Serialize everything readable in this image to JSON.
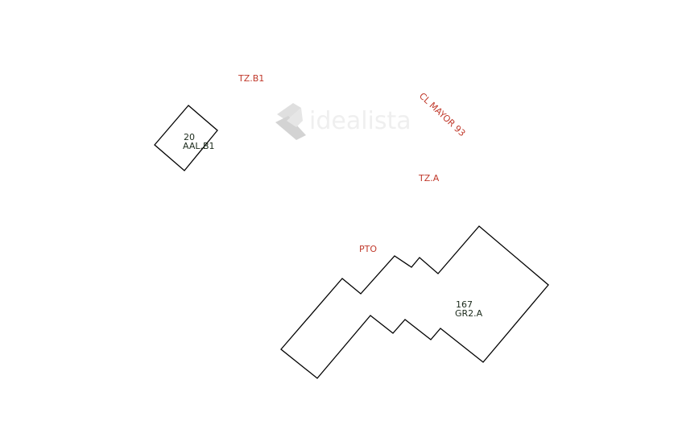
{
  "map": {
    "labels": {
      "tz_b1": "TZ.B1",
      "street": "CL MAYOR 93",
      "tz_a": "TZ.A",
      "pto": "PTO"
    },
    "parcels": {
      "small": {
        "number": "20",
        "code": "AAL.B1"
      },
      "large": {
        "number": "167",
        "code": "GR2.A"
      }
    },
    "watermark": {
      "text": "idealista"
    },
    "colors": {
      "label_red": "#c0392b",
      "parcel_stroke": "#000000",
      "parcel_text": "#1b2a1b",
      "background": "#ffffff"
    }
  }
}
